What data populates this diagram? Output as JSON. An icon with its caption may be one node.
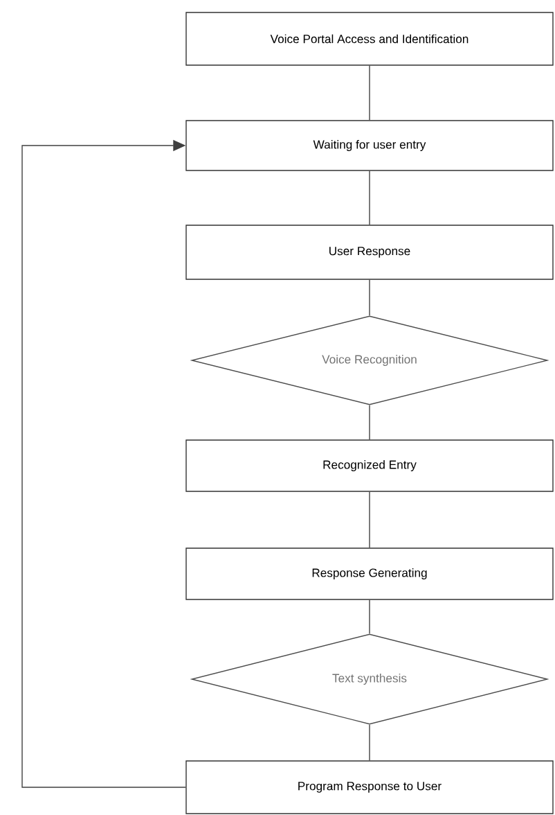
{
  "diagram": {
    "nodes": [
      {
        "text": [
          "Voice Portal Access and Identification"
        ]
      },
      {
        "text": [
          "Waiting for user entry"
        ]
      },
      {
        "text": [
          "User Response"
        ]
      },
      {
        "text": [
          "Voice Recognition"
        ]
      },
      {
        "text": [
          "Recognized Entry"
        ]
      },
      {
        "text": [
          "Response Generating"
        ]
      },
      {
        "text": [
          "Text synthesis"
        ]
      },
      {
        "text": [
          "Program Response to User"
        ]
      }
    ],
    "edges": [
      {
        "from": 0,
        "to": 1,
        "arrow": "none"
      },
      {
        "from": 1,
        "to": 2,
        "arrow": "none"
      },
      {
        "from": 2,
        "to": 3,
        "arrow": "none"
      },
      {
        "from": 3,
        "to": 4,
        "arrow": "none"
      },
      {
        "from": 4,
        "to": 5,
        "arrow": "none"
      },
      {
        "from": 5,
        "to": 6,
        "arrow": "none"
      },
      {
        "from": 6,
        "to": 7,
        "arrow": "none"
      },
      {
        "from": 7,
        "to": 1,
        "arrow": "to"
      }
    ]
  }
}
